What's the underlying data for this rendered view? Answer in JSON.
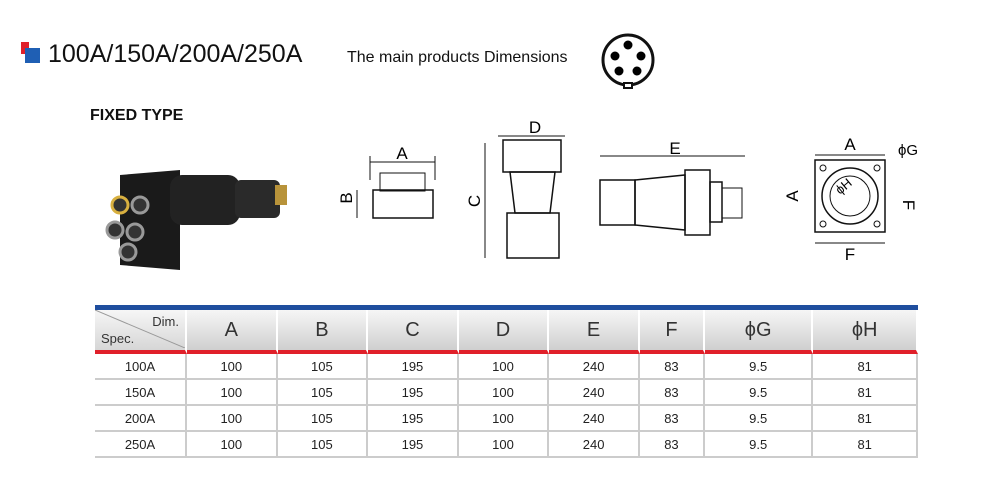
{
  "header": {
    "title": "100A/150A/200A/250A",
    "subtitle": "The main products Dimensions",
    "accent_red": "#e0202a",
    "accent_blue": "#1f4e9e"
  },
  "section": {
    "label": "FIXED TYPE"
  },
  "drawings": {
    "side_small": [
      "A",
      "B"
    ],
    "side_tall": [
      "D",
      "C"
    ],
    "side_long": [
      "E"
    ],
    "front": [
      "A",
      "ϕG",
      "A",
      "ϕH",
      "F",
      "F"
    ]
  },
  "table": {
    "corner_top": "Dim.",
    "corner_bottom": "Spec.",
    "columns": [
      "A",
      "B",
      "C",
      "D",
      "E",
      "F",
      "ϕG",
      "ϕH"
    ],
    "rows": [
      [
        "100A",
        "100",
        "105",
        "195",
        "100",
        "240",
        "83",
        "9.5",
        "81"
      ],
      [
        "150A",
        "100",
        "105",
        "195",
        "100",
        "240",
        "83",
        "9.5",
        "81"
      ],
      [
        "200A",
        "100",
        "105",
        "195",
        "100",
        "240",
        "83",
        "9.5",
        "81"
      ],
      [
        "250A",
        "100",
        "105",
        "195",
        "100",
        "240",
        "83",
        "9.5",
        "81"
      ]
    ]
  }
}
